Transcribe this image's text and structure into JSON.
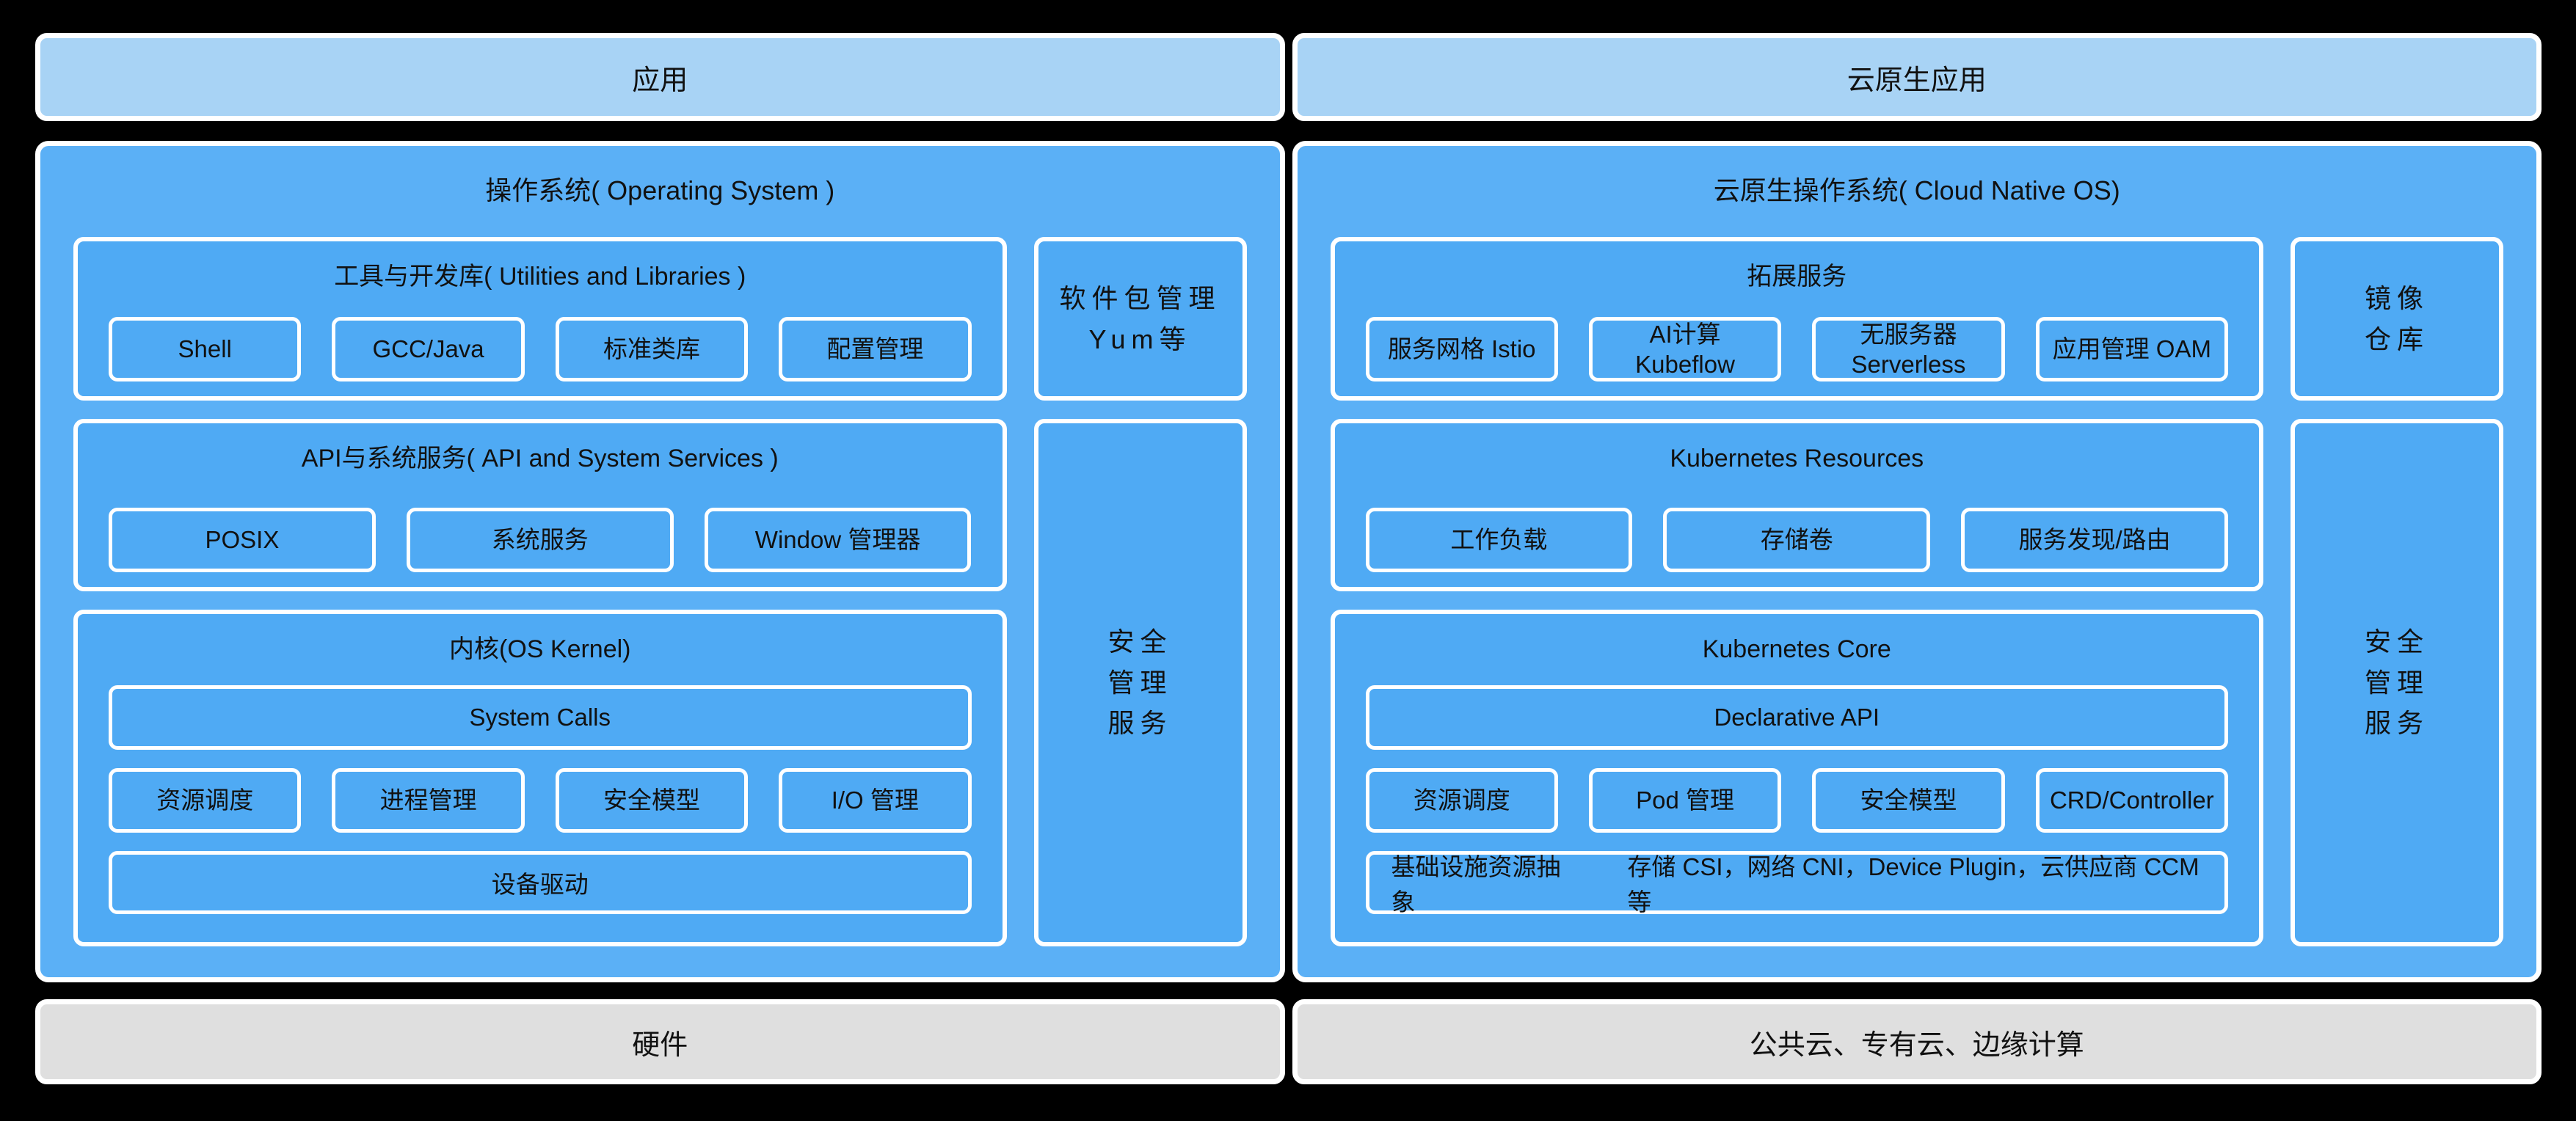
{
  "colors": {
    "background": "#000000",
    "app_bar_fill": "#A8D3F5",
    "container_fill": "#5BB0F6",
    "box_fill": "#4FAAF4",
    "hardware_fill": "#DFDFDF",
    "border": "#FFFFFF",
    "text": "#111111"
  },
  "left": {
    "app_bar": "应用",
    "os": {
      "title": "操作系统( Operating System )",
      "sections": [
        {
          "title": "工具与开发库( Utilities and Libraries )",
          "chips": [
            "Shell",
            "GCC/Java",
            "标准类库",
            "配置管理"
          ]
        },
        {
          "title": "API与系统服务( API and System Services )",
          "chips": [
            "POSIX",
            "系统服务",
            "Window 管理器"
          ]
        },
        {
          "title": "内核(OS Kernel)",
          "top_bar": "System Calls",
          "chips": [
            "资源调度",
            "进程管理",
            "安全模型",
            "I/O 管理"
          ],
          "bottom_bar": "设备驱动"
        }
      ],
      "side": {
        "top": "软件包管理\nYum等",
        "bottom": "安全\n管理\n服务"
      }
    },
    "hardware_bar": "硬件"
  },
  "right": {
    "app_bar": "云原生应用",
    "os": {
      "title": "云原生操作系统( Cloud Native OS)",
      "sections": [
        {
          "title": "拓展服务",
          "chips": [
            "服务网格 Istio",
            "AI计算 Kubeflow",
            "无服务器 Serverless",
            "应用管理 OAM"
          ]
        },
        {
          "title": "Kubernetes Resources",
          "chips": [
            "工作负载",
            "存储卷",
            "服务发现/路由"
          ]
        },
        {
          "title": "Kubernetes Core",
          "top_bar": "Declarative API",
          "chips": [
            "资源调度",
            "Pod 管理",
            "安全模型",
            "CRD/Controller"
          ],
          "bottom_bar_label": "基础设施资源抽象",
          "bottom_bar_detail": "存储 CSI，网络 CNI，Device Plugin，云供应商 CCM 等"
        }
      ],
      "side": {
        "top": "镜像\n仓库",
        "bottom": "安全\n管理\n服务"
      }
    },
    "hardware_bar": "公共云、专有云、边缘计算"
  }
}
